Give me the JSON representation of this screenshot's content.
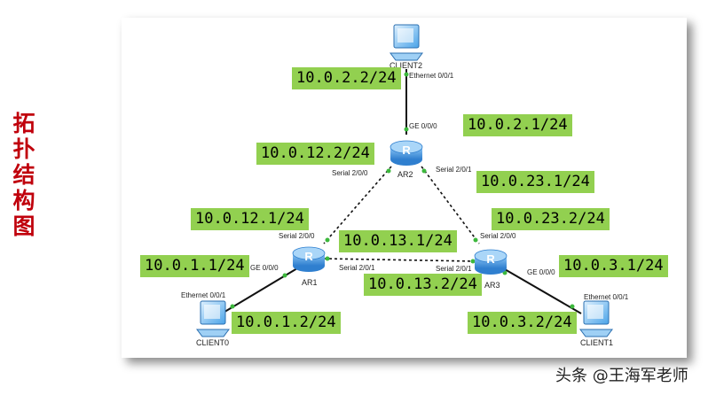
{
  "side_title": [
    "拓",
    "扑",
    "结",
    "构",
    "图"
  ],
  "devices": {
    "client2": "CLIENT2",
    "ar2": "AR2",
    "ar1": "AR1",
    "ar3": "AR3",
    "client0": "CLIENT0",
    "client1": "CLIENT1"
  },
  "interfaces": {
    "client2_eth": "Ethernet 0/0/1",
    "ar2_ge": "GE 0/0/0",
    "ar2_s200": "Serial 2/0/0",
    "ar2_s201": "Serial 2/0/1",
    "ar1_s200": "Serial 2/0/0",
    "ar1_s201": "Serial 2/0/1",
    "ar1_ge": "GE 0/0/0",
    "ar3_s200": "Serial 2/0/0",
    "ar3_s201": "Serial 2/0/1",
    "ar3_ge": "GE 0/0/0",
    "client0_eth": "Ethernet 0/0/1",
    "client1_eth": "Ethernet 0/0/1"
  },
  "addresses": {
    "client2": "10.0.2.2/24",
    "ar2_ge": "10.0.2.1/24",
    "ar2_s200": "10.0.12.2/24",
    "ar2_s201": "10.0.23.1/24",
    "ar1_s200": "10.0.12.1/24",
    "ar1_s201": "10.0.13.1/24",
    "ar3_s200": "10.0.23.2/24",
    "ar3_s201": "10.0.13.2/24",
    "ar1_ge": "10.0.1.1/24",
    "ar3_ge": "10.0.3.1/24",
    "client0": "10.0.1.2/24",
    "client1": "10.0.3.2/24"
  },
  "watermark": "头条 @王海军老师",
  "colors": {
    "title_red": "#c0000c",
    "ip_green": "#92d050",
    "router_blue": "#3b8fd9",
    "port_green": "#3cb83c"
  }
}
